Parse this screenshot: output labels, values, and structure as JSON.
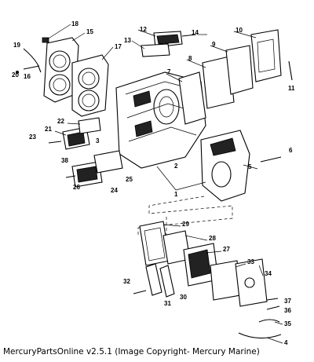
{
  "diagram": {
    "callouts": [
      "1",
      "2",
      "3",
      "4",
      "5",
      "6",
      "7",
      "8",
      "9",
      "10",
      "11",
      "12",
      "13",
      "14",
      "15",
      "16",
      "17",
      "18",
      "19",
      "20",
      "21",
      "22",
      "23",
      "24",
      "25",
      "26",
      "27",
      "28",
      "29",
      "30",
      "31",
      "32",
      "33",
      "34",
      "35",
      "36",
      "37",
      "38"
    ]
  },
  "footer": {
    "text": "MercuryPartsOnline v2.5.1 (Image Copyright- Mercury Marine)"
  }
}
